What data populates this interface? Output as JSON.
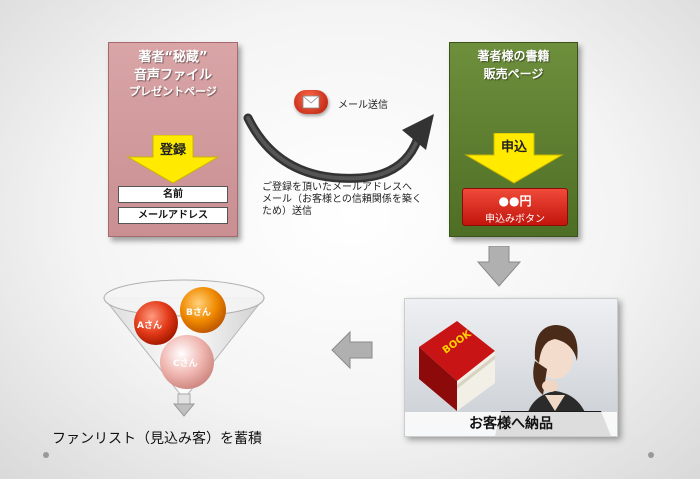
{
  "left_panel": {
    "title_line1": "著者“秘蔵”",
    "title_line2": "音声ファイル",
    "title_line3": "プレゼントページ",
    "register_label": "登録",
    "field_name": "名前",
    "field_email": "メールアドレス"
  },
  "right_panel": {
    "title_line1": "著者様の書籍",
    "title_line2": "販売ページ",
    "apply_label": "申込",
    "price": "●●円",
    "button_label": "申込みボタン"
  },
  "mail": {
    "label": "メール送信",
    "description_line1": "ご登録を頂いたメールアドレスへ",
    "description_line2": "メール（お客様との信頼関係を築く",
    "description_line3": "ため）送信"
  },
  "funnel": {
    "ball_a": "Aさん",
    "ball_b": "Bさん",
    "ball_c": "Cさん",
    "caption": "ファンリスト（見込み客）を蓄積"
  },
  "delivery": {
    "book_label": "BOOK",
    "caption": "お客様へ納品"
  },
  "colors": {
    "pink_panel": "#d09a9c",
    "green_panel": "#5e7e30",
    "yellow": "#ffea00",
    "red_button": "#d42a1c",
    "gray_arrow": "#9a9a9a"
  }
}
